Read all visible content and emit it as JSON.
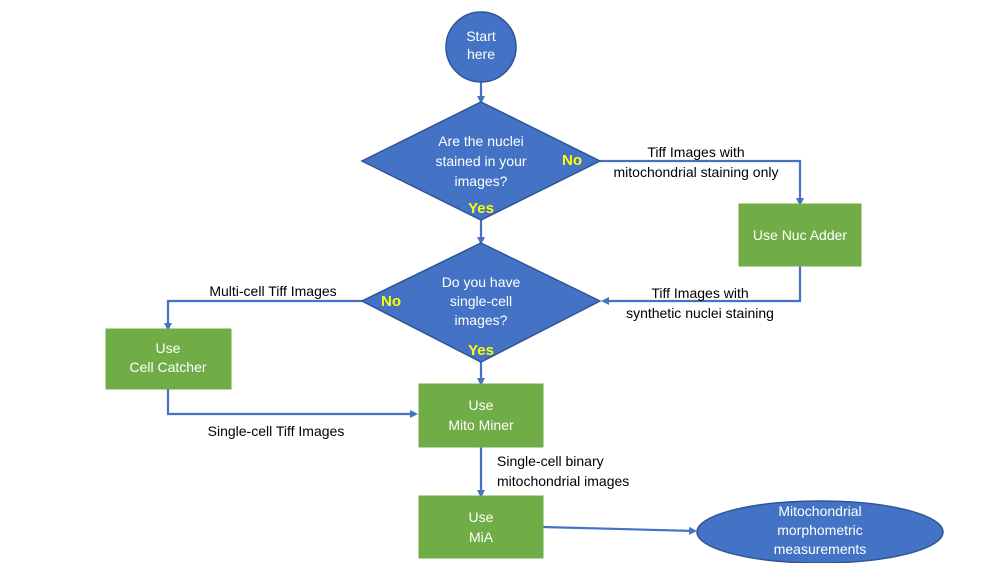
{
  "nodes": {
    "start": {
      "lines": [
        "Start",
        "here"
      ]
    },
    "q_nuclei": {
      "lines": [
        "Are the nuclei",
        "stained in your",
        "images?"
      ],
      "yes": "Yes",
      "no": "No"
    },
    "q_single": {
      "lines": [
        "Do you have",
        "single-cell",
        "images?"
      ],
      "yes": "Yes",
      "no": "No"
    },
    "nuc_adder": {
      "lines": [
        "Use Nuc Adder"
      ]
    },
    "cell_catcher": {
      "lines": [
        "Use",
        "Cell Catcher"
      ]
    },
    "mito_miner": {
      "lines": [
        "Use",
        "Mito Miner"
      ]
    },
    "mia": {
      "lines": [
        "Use",
        "MiA"
      ]
    },
    "measurements": {
      "lines": [
        "Mitochondrial",
        "morphometric",
        "measurements"
      ]
    }
  },
  "edge_labels": {
    "nuclei_no": [
      "Tiff Images with",
      "mitochondrial staining only"
    ],
    "nucadder_out": [
      "Tiff Images with",
      "synthetic nuclei staining"
    ],
    "single_no": [
      "Multi-cell Tiff Images"
    ],
    "cellcatcher_out": [
      "Single-cell Tiff Images"
    ],
    "mitominer_out": [
      "Single-cell binary",
      "mitochondrial images"
    ]
  },
  "colors": {
    "decision_blue": "#4472c4",
    "process_green": "#70ad47",
    "yes_no_yellow": "#ffff00"
  }
}
